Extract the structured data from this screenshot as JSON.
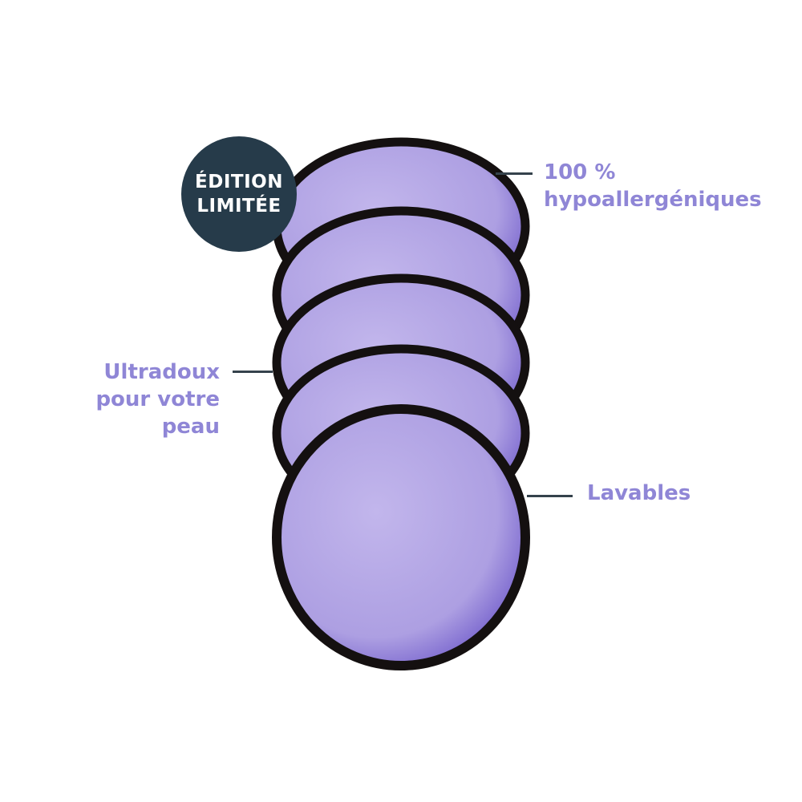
{
  "badge": {
    "line1": "ÉDITION",
    "line2": "LIMITÉE",
    "color": "#263b4a"
  },
  "callouts": {
    "hypoallergenic": {
      "line1": "100 %",
      "line2": "hypoallergéniques"
    },
    "soft": {
      "line1": "Ultradoux",
      "line2": "pour votre",
      "line3": "peau"
    },
    "washable": {
      "line1": "Lavables"
    }
  },
  "colors": {
    "label": "#8f86d6",
    "pad_fill": "#b4a6e6",
    "pad_border": "#141010",
    "leader_line": "#35424c"
  },
  "product": {
    "pad_count": 5
  }
}
